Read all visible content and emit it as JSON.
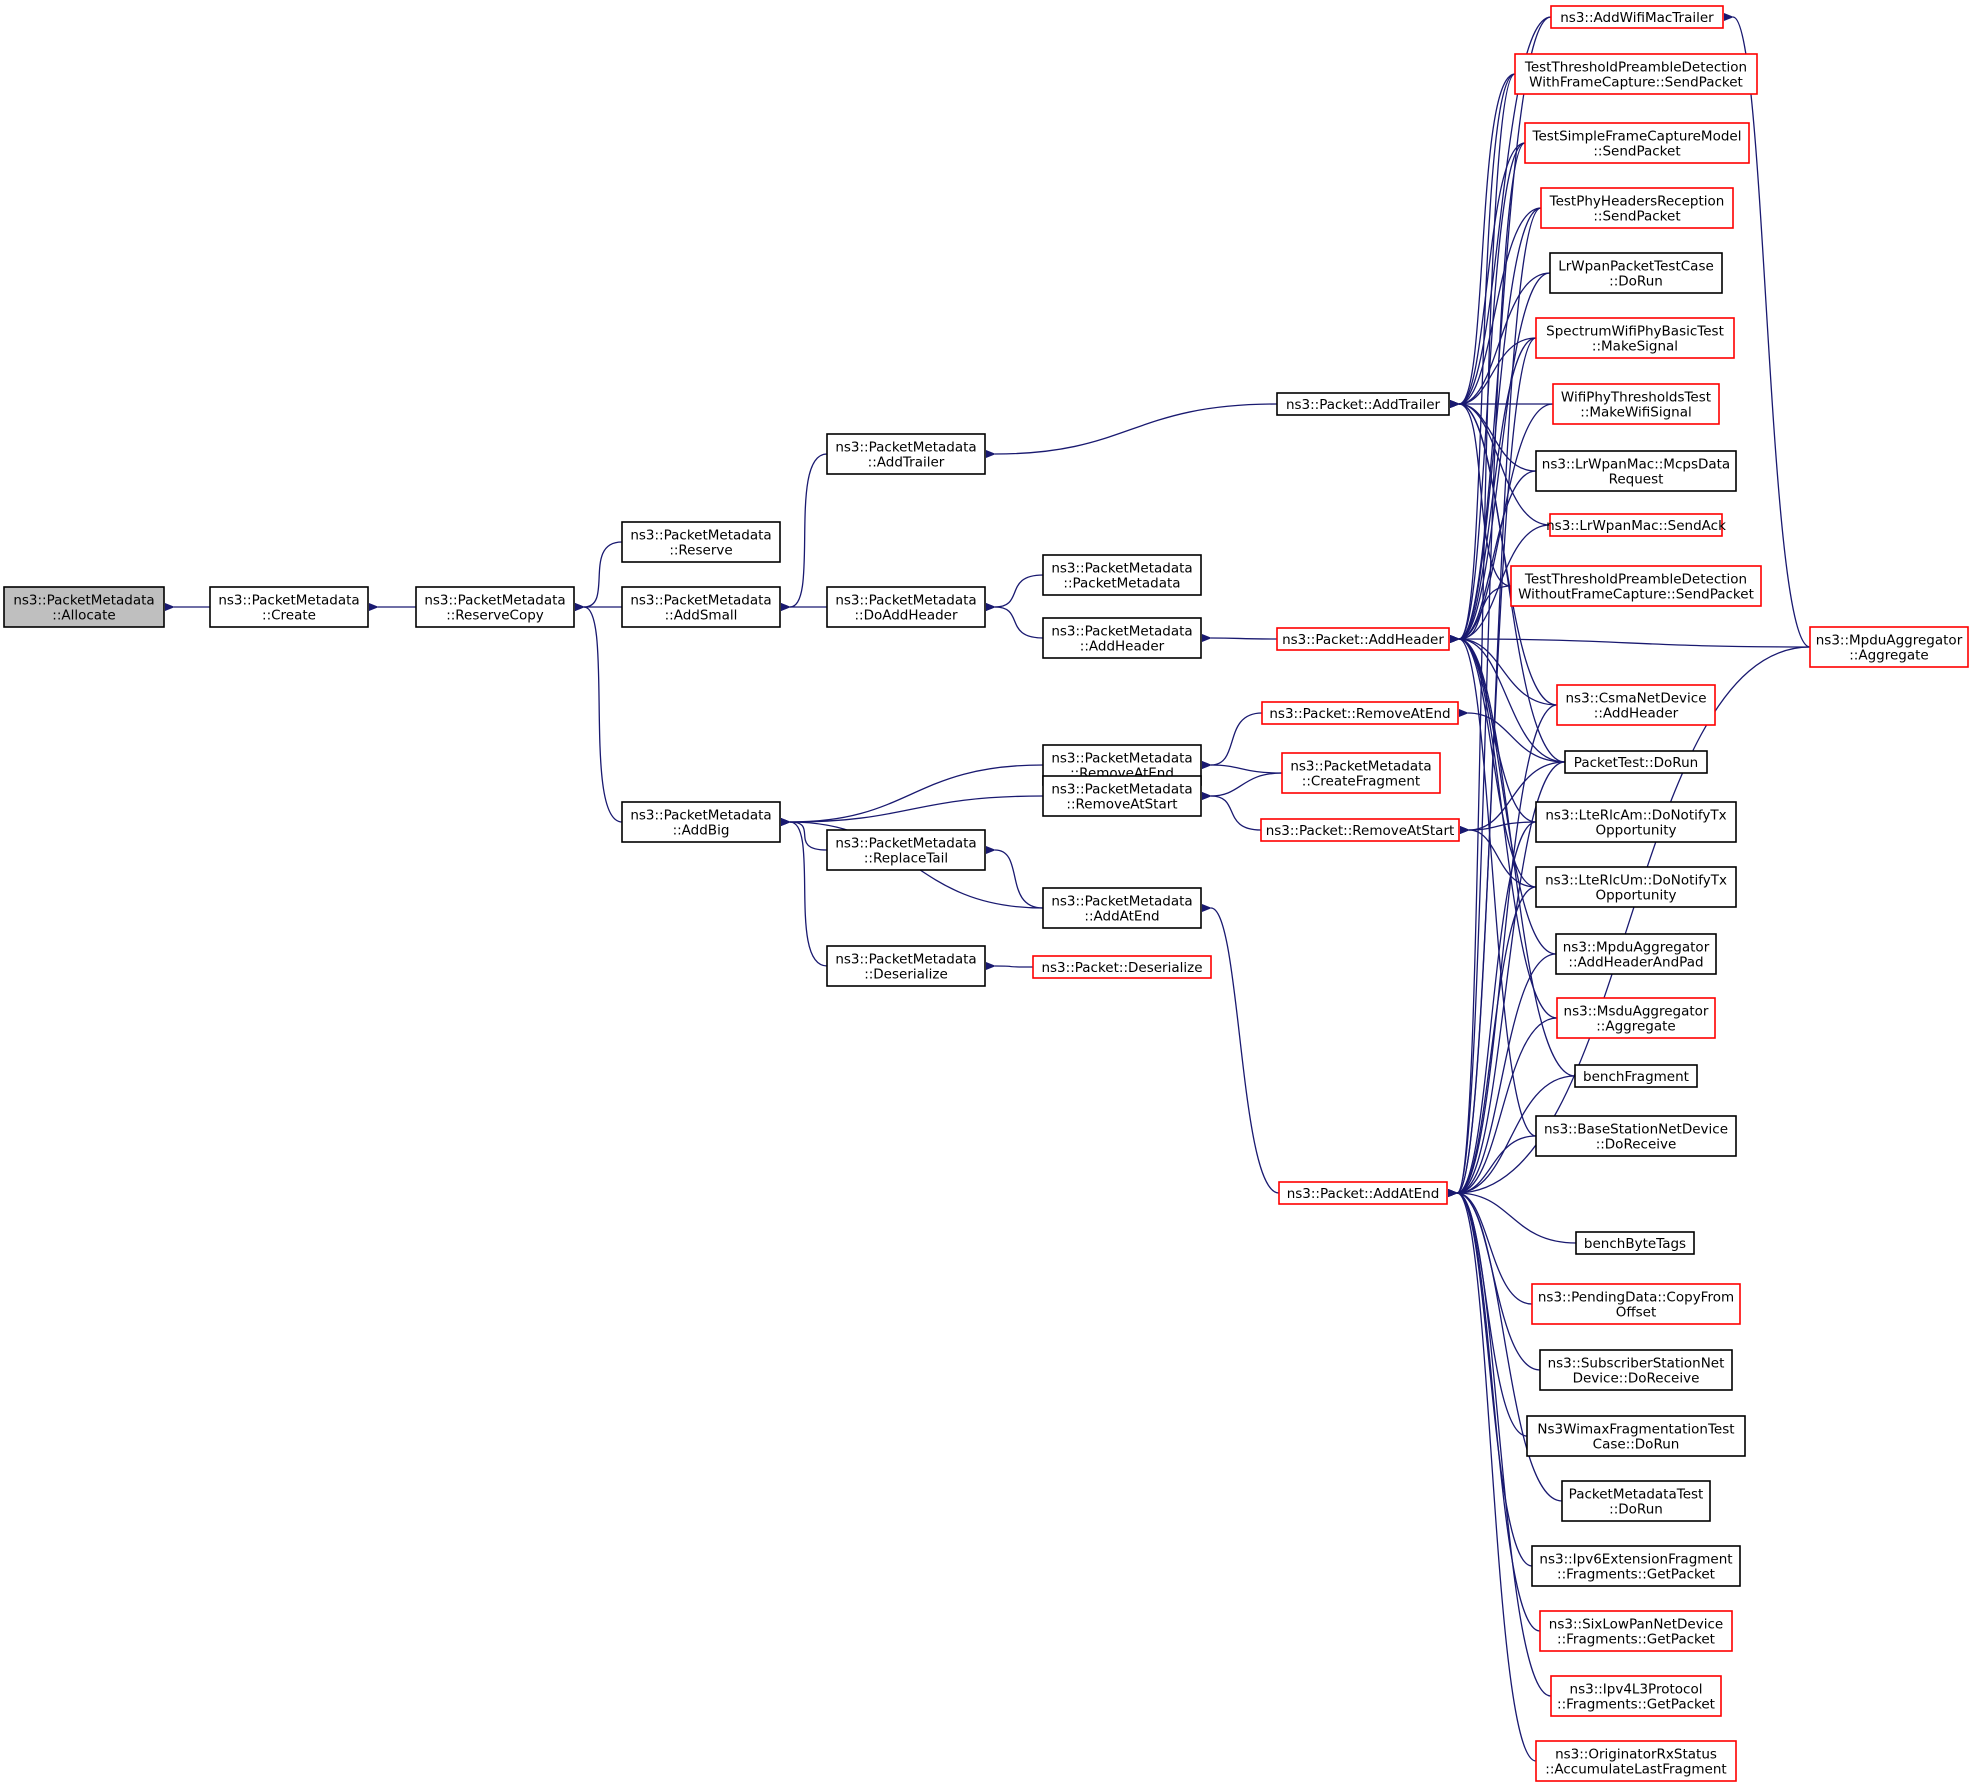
{
  "graph": {
    "colors": {
      "edge": "#191970",
      "callerBorder": "#000000",
      "truncatedBorder": "#ff0000",
      "rootFill": "#bfbfbf"
    },
    "nodes": [
      {
        "id": "alloc",
        "lines": [
          "ns3::PacketMetadata",
          "::Allocate"
        ],
        "style": "root"
      },
      {
        "id": "create",
        "lines": [
          "ns3::PacketMetadata",
          "::Create"
        ],
        "style": "black"
      },
      {
        "id": "resCopy",
        "lines": [
          "ns3::PacketMetadata",
          "::ReserveCopy"
        ],
        "style": "black"
      },
      {
        "id": "reserve",
        "lines": [
          "ns3::PacketMetadata",
          "::Reserve"
        ],
        "style": "black"
      },
      {
        "id": "addSmall",
        "lines": [
          "ns3::PacketMetadata",
          "::AddSmall"
        ],
        "style": "black"
      },
      {
        "id": "addBig",
        "lines": [
          "ns3::PacketMetadata",
          "::AddBig"
        ],
        "style": "black"
      },
      {
        "id": "pmAddTrailer",
        "lines": [
          "ns3::PacketMetadata",
          "::AddTrailer"
        ],
        "style": "black"
      },
      {
        "id": "doAddHeader",
        "lines": [
          "ns3::PacketMetadata",
          "::DoAddHeader"
        ],
        "style": "black"
      },
      {
        "id": "pmPM",
        "lines": [
          "ns3::PacketMetadata",
          "::PacketMetadata"
        ],
        "style": "black"
      },
      {
        "id": "pmAddHeader",
        "lines": [
          "ns3::PacketMetadata",
          "::AddHeader"
        ],
        "style": "black"
      },
      {
        "id": "pmRemEnd",
        "lines": [
          "ns3::PacketMetadata",
          "::RemoveAtEnd"
        ],
        "style": "black"
      },
      {
        "id": "pmRemStart",
        "lines": [
          "ns3::PacketMetadata",
          "::RemoveAtStart"
        ],
        "style": "black"
      },
      {
        "id": "replTail",
        "lines": [
          "ns3::PacketMetadata",
          "::ReplaceTail"
        ],
        "style": "black"
      },
      {
        "id": "pmAddAtEnd",
        "lines": [
          "ns3::PacketMetadata",
          "::AddAtEnd"
        ],
        "style": "black"
      },
      {
        "id": "pmDeser",
        "lines": [
          "ns3::PacketMetadata",
          "::Deserialize"
        ],
        "style": "black"
      },
      {
        "id": "pAddTrailer",
        "lines": [
          "ns3::Packet::AddTrailer"
        ],
        "style": "black"
      },
      {
        "id": "pAddHeader",
        "lines": [
          "ns3::Packet::AddHeader"
        ],
        "style": "red"
      },
      {
        "id": "pRemEnd",
        "lines": [
          "ns3::Packet::RemoveAtEnd"
        ],
        "style": "red"
      },
      {
        "id": "createFrag",
        "lines": [
          "ns3::PacketMetadata",
          "::CreateFragment"
        ],
        "style": "red"
      },
      {
        "id": "pRemStart",
        "lines": [
          "ns3::Packet::RemoveAtStart"
        ],
        "style": "red"
      },
      {
        "id": "pDeser",
        "lines": [
          "ns3::Packet::Deserialize"
        ],
        "style": "red"
      },
      {
        "id": "pAddAtEnd",
        "lines": [
          "ns3::Packet::AddAtEnd"
        ],
        "style": "red"
      },
      {
        "id": "r01",
        "lines": [
          "ns3::AddWifiMacTrailer"
        ],
        "style": "red"
      },
      {
        "id": "r02",
        "lines": [
          "TestThresholdPreambleDetection",
          "WithFrameCapture::SendPacket"
        ],
        "style": "red"
      },
      {
        "id": "r03",
        "lines": [
          "TestSimpleFrameCaptureModel",
          "::SendPacket"
        ],
        "style": "red"
      },
      {
        "id": "r04",
        "lines": [
          "TestPhyHeadersReception",
          "::SendPacket"
        ],
        "style": "red"
      },
      {
        "id": "r05",
        "lines": [
          "LrWpanPacketTestCase",
          "::DoRun"
        ],
        "style": "black"
      },
      {
        "id": "r06",
        "lines": [
          "SpectrumWifiPhyBasicTest",
          "::MakeSignal"
        ],
        "style": "red"
      },
      {
        "id": "r07",
        "lines": [
          "WifiPhyThresholdsTest",
          "::MakeWifiSignal"
        ],
        "style": "red"
      },
      {
        "id": "r08",
        "lines": [
          "ns3::LrWpanMac::McpsData",
          "Request"
        ],
        "style": "black"
      },
      {
        "id": "r09",
        "lines": [
          "ns3::LrWpanMac::SendAck"
        ],
        "style": "red"
      },
      {
        "id": "r10",
        "lines": [
          "TestThresholdPreambleDetection",
          "WithoutFrameCapture::SendPacket"
        ],
        "style": "red"
      },
      {
        "id": "mpduAgg",
        "lines": [
          "ns3::MpduAggregator",
          "::Aggregate"
        ],
        "style": "red"
      },
      {
        "id": "r11",
        "lines": [
          "ns3::CsmaNetDevice",
          "::AddHeader"
        ],
        "style": "red"
      },
      {
        "id": "r12",
        "lines": [
          "PacketTest::DoRun"
        ],
        "style": "black"
      },
      {
        "id": "r13",
        "lines": [
          "ns3::LteRlcAm::DoNotifyTx",
          "Opportunity"
        ],
        "style": "black"
      },
      {
        "id": "r14",
        "lines": [
          "ns3::LteRlcUm::DoNotifyTx",
          "Opportunity"
        ],
        "style": "black"
      },
      {
        "id": "r15",
        "lines": [
          "ns3::MpduAggregator",
          "::AddHeaderAndPad"
        ],
        "style": "black"
      },
      {
        "id": "r16",
        "lines": [
          "ns3::MsduAggregator",
          "::Aggregate"
        ],
        "style": "red"
      },
      {
        "id": "r17",
        "lines": [
          "benchFragment"
        ],
        "style": "black"
      },
      {
        "id": "r18",
        "lines": [
          "ns3::BaseStationNetDevice",
          "::DoReceive"
        ],
        "style": "black"
      },
      {
        "id": "r19",
        "lines": [
          "benchByteTags"
        ],
        "style": "black"
      },
      {
        "id": "r20",
        "lines": [
          "ns3::PendingData::CopyFrom",
          "Offset"
        ],
        "style": "red"
      },
      {
        "id": "r21",
        "lines": [
          "ns3::SubscriberStationNet",
          "Device::DoReceive"
        ],
        "style": "black"
      },
      {
        "id": "r22",
        "lines": [
          "Ns3WimaxFragmentationTest",
          "Case::DoRun"
        ],
        "style": "black"
      },
      {
        "id": "r23",
        "lines": [
          "PacketMetadataTest",
          "::DoRun"
        ],
        "style": "black"
      },
      {
        "id": "r24",
        "lines": [
          "ns3::Ipv6ExtensionFragment",
          "::Fragments::GetPacket"
        ],
        "style": "black"
      },
      {
        "id": "r25",
        "lines": [
          "ns3::SixLowPanNetDevice",
          "::Fragments::GetPacket"
        ],
        "style": "red"
      },
      {
        "id": "r26",
        "lines": [
          "ns3::Ipv4L3Protocol",
          "::Fragments::GetPacket"
        ],
        "style": "red"
      },
      {
        "id": "r27",
        "lines": [
          "ns3::OriginatorRxStatus",
          "::AccumulateLastFragment"
        ],
        "style": "red"
      }
    ],
    "edges": [
      [
        "create",
        "alloc"
      ],
      [
        "resCopy",
        "create"
      ],
      [
        "reserve",
        "resCopy"
      ],
      [
        "addSmall",
        "resCopy"
      ],
      [
        "addBig",
        "resCopy"
      ],
      [
        "pmAddTrailer",
        "addSmall"
      ],
      [
        "doAddHeader",
        "addSmall"
      ],
      [
        "pmPM",
        "doAddHeader"
      ],
      [
        "pmAddHeader",
        "doAddHeader"
      ],
      [
        "pmRemEnd",
        "addBig"
      ],
      [
        "pmRemStart",
        "addBig"
      ],
      [
        "replTail",
        "addBig"
      ],
      [
        "pmAddAtEnd",
        "addBig"
      ],
      [
        "pmDeser",
        "addBig"
      ],
      [
        "pmAddAtEnd",
        "replTail"
      ],
      [
        "pAddTrailer",
        "pmAddTrailer"
      ],
      [
        "pAddHeader",
        "pmAddHeader"
      ],
      [
        "pRemEnd",
        "pmRemEnd"
      ],
      [
        "createFrag",
        "pmRemEnd"
      ],
      [
        "createFrag",
        "pmRemStart"
      ],
      [
        "pRemStart",
        "pmRemStart"
      ],
      [
        "pDeser",
        "pmDeser"
      ],
      [
        "pAddAtEnd",
        "pmAddAtEnd"
      ],
      [
        "r01",
        "pAddTrailer"
      ],
      [
        "r02",
        "pAddTrailer"
      ],
      [
        "r03",
        "pAddTrailer"
      ],
      [
        "r04",
        "pAddTrailer"
      ],
      [
        "r05",
        "pAddTrailer"
      ],
      [
        "r06",
        "pAddTrailer"
      ],
      [
        "r07",
        "pAddTrailer"
      ],
      [
        "r08",
        "pAddTrailer"
      ],
      [
        "r09",
        "pAddTrailer"
      ],
      [
        "r10",
        "pAddTrailer"
      ],
      [
        "r11",
        "pAddTrailer"
      ],
      [
        "r12",
        "pAddTrailer"
      ],
      [
        "r01",
        "pAddHeader"
      ],
      [
        "r02",
        "pAddHeader"
      ],
      [
        "r03",
        "pAddHeader"
      ],
      [
        "r04",
        "pAddHeader"
      ],
      [
        "r05",
        "pAddHeader"
      ],
      [
        "r06",
        "pAddHeader"
      ],
      [
        "r07",
        "pAddHeader"
      ],
      [
        "r08",
        "pAddHeader"
      ],
      [
        "r09",
        "pAddHeader"
      ],
      [
        "r10",
        "pAddHeader"
      ],
      [
        "mpduAgg",
        "pAddHeader"
      ],
      [
        "r11",
        "pAddHeader"
      ],
      [
        "r12",
        "pAddHeader"
      ],
      [
        "r13",
        "pAddHeader"
      ],
      [
        "r14",
        "pAddHeader"
      ],
      [
        "r15",
        "pAddHeader"
      ],
      [
        "r16",
        "pAddHeader"
      ],
      [
        "r17",
        "pAddHeader"
      ],
      [
        "r18",
        "pAddHeader"
      ],
      [
        "mpduAgg",
        "r01"
      ],
      [
        "r12",
        "pRemEnd"
      ],
      [
        "r12",
        "pRemStart"
      ],
      [
        "r13",
        "pRemStart"
      ],
      [
        "r14",
        "pRemStart"
      ],
      [
        "r11",
        "pAddAtEnd"
      ],
      [
        "r12",
        "pAddAtEnd"
      ],
      [
        "r13",
        "pAddAtEnd"
      ],
      [
        "r14",
        "pAddAtEnd"
      ],
      [
        "r15",
        "pAddAtEnd"
      ],
      [
        "r16",
        "pAddAtEnd"
      ],
      [
        "r17",
        "pAddAtEnd"
      ],
      [
        "r18",
        "pAddAtEnd"
      ],
      [
        "mpduAgg",
        "pAddAtEnd"
      ],
      [
        "r19",
        "pAddAtEnd"
      ],
      [
        "r20",
        "pAddAtEnd"
      ],
      [
        "r21",
        "pAddAtEnd"
      ],
      [
        "r22",
        "pAddAtEnd"
      ],
      [
        "r23",
        "pAddAtEnd"
      ],
      [
        "r24",
        "pAddAtEnd"
      ],
      [
        "r25",
        "pAddAtEnd"
      ],
      [
        "r26",
        "pAddAtEnd"
      ],
      [
        "r27",
        "pAddAtEnd"
      ],
      [
        "r02",
        "pAddAtEnd"
      ],
      [
        "r03",
        "pAddAtEnd"
      ],
      [
        "r04",
        "pAddAtEnd"
      ],
      [
        "r06",
        "pAddAtEnd"
      ]
    ]
  }
}
